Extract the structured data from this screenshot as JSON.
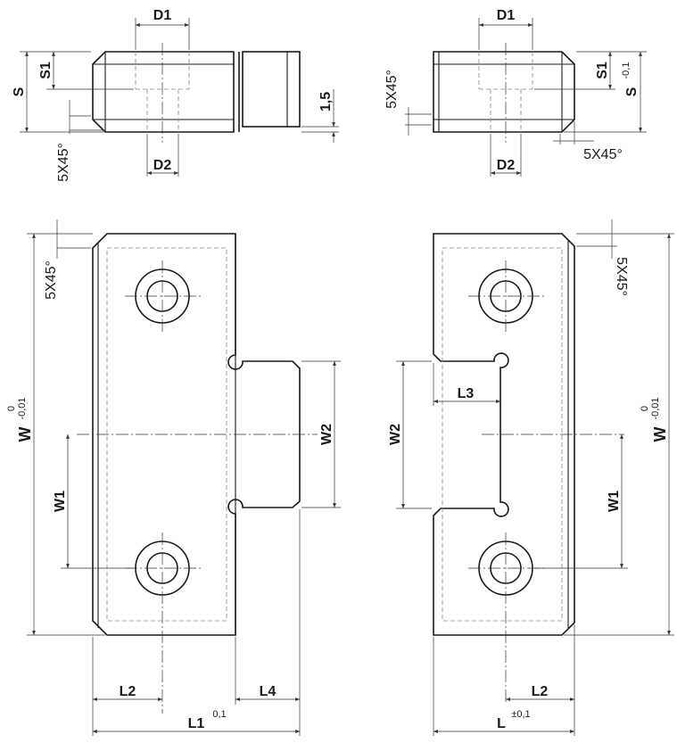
{
  "top_left": {
    "d1": "D1",
    "d2": "D2",
    "s": "S",
    "s1": "S1",
    "t15": "1,5",
    "chamfer": "5X45°"
  },
  "top_right": {
    "d1": "D1",
    "d2": "D2",
    "s": "S",
    "s_tol": "-0,1",
    "s1": "S1",
    "chamfer_a": "5X45°",
    "chamfer_b": "5X45°"
  },
  "left_view": {
    "w": "W",
    "w_tol_up": "0",
    "w_tol_lo": "-0,01",
    "w1": "W1",
    "w2": "W2",
    "l2": "L2",
    "l4": "L4",
    "l1": "L1",
    "l1_tol": "0,1",
    "chamfer": "5X45°"
  },
  "right_view": {
    "w": "W",
    "w_tol_up": "0",
    "w_tol_lo": "-0,01",
    "w1": "W1",
    "w2": "W2",
    "l2": "L2",
    "l3": "L3",
    "l": "L",
    "l_tol": "±0,1",
    "chamfer": "5X45°"
  }
}
